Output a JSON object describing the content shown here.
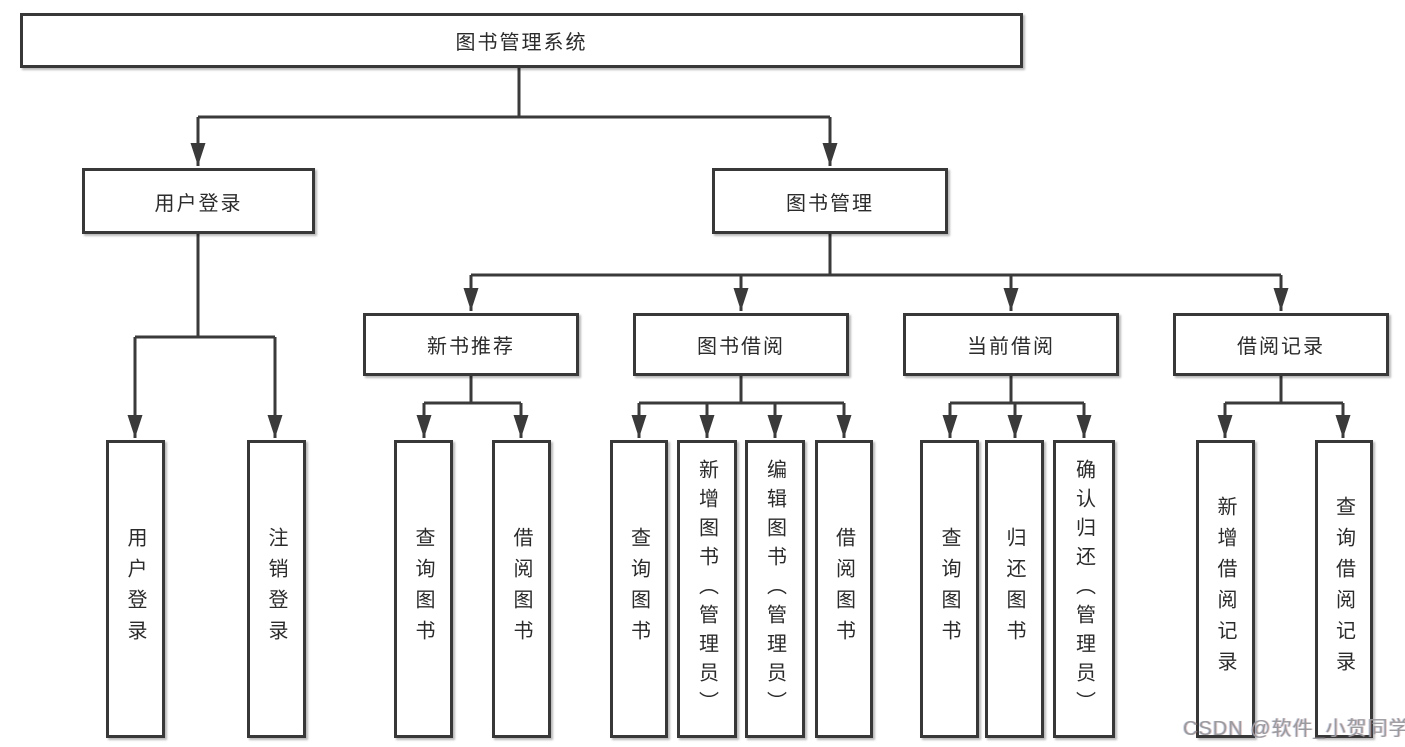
{
  "tree": {
    "root": "图书管理系统",
    "user_login": {
      "label": "用户登录",
      "children": [
        "用户登录",
        "注销登录"
      ]
    },
    "book_mgmt": {
      "label": "图书管理",
      "sections": [
        {
          "label": "新书推荐",
          "children": [
            "查询图书",
            "借阅图书"
          ]
        },
        {
          "label": "图书借阅",
          "children": [
            "查询图书",
            "新增图书（管理员）",
            "编辑图书（管理员）",
            "借阅图书"
          ]
        },
        {
          "label": "当前借阅",
          "children": [
            "查询图书",
            "归还图书",
            "确认归还（管理员）"
          ]
        },
        {
          "label": "借阅记录",
          "children": [
            "新增借阅记录",
            "查询借阅记录"
          ]
        }
      ]
    }
  },
  "watermark": "CSDN @软件_小贺同学",
  "colors": {
    "background": "#ffffff",
    "line": "#3a3a3a",
    "box_border": "#383838",
    "box_fill": "#ffffff",
    "text": "#2b2b2b",
    "watermark": "#9b9b9f"
  }
}
